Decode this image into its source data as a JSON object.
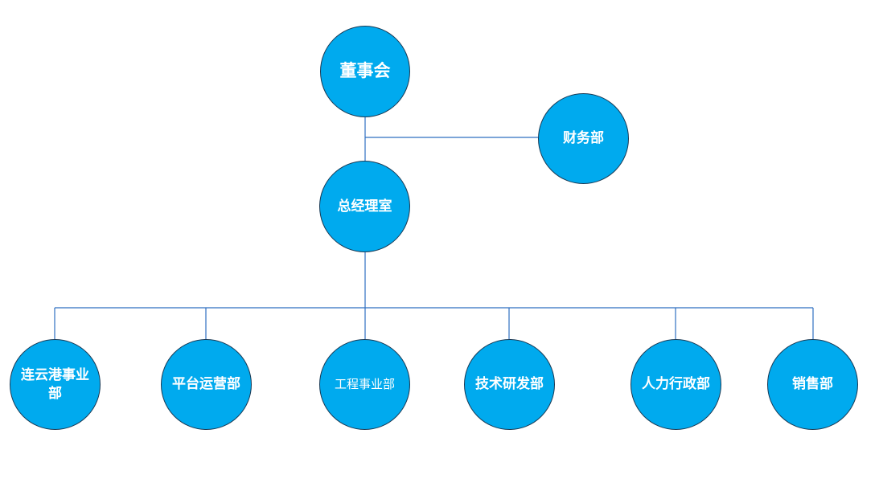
{
  "org_chart": {
    "top": {
      "label": "董事会"
    },
    "finance": {
      "label": "财务部"
    },
    "general_manager": {
      "label": "总经理室"
    },
    "departments": [
      {
        "label": "连云港事业部"
      },
      {
        "label": "平台运营部"
      },
      {
        "label": "工程事业部"
      },
      {
        "label": "技术研发部"
      },
      {
        "label": "人力行政部"
      },
      {
        "label": "销售部"
      }
    ]
  },
  "colors": {
    "node_fill": "#00aaee",
    "node_border": "#1a3a55",
    "connector": "#2f6fc0",
    "text": "#ffffff"
  }
}
